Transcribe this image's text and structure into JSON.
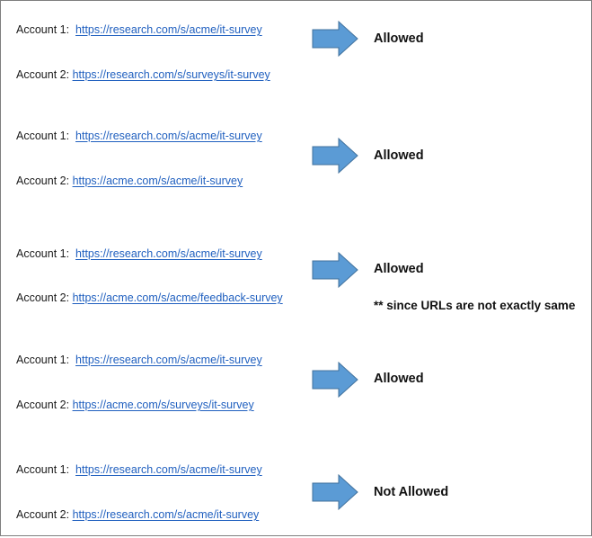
{
  "accent_color": "#5b9bd5",
  "link_color": "#1f5fbf",
  "cases": [
    {
      "account1_label": "Account 1:",
      "account1_url": "https://research.com/s/acme/it-survey",
      "account2_label": "Account 2:",
      "account2_url": "https://research.com/s/surveys/it-survey",
      "result": "Allowed",
      "note": ""
    },
    {
      "account1_label": "Account 1:",
      "account1_url": "https://research.com/s/acme/it-survey",
      "account2_label": "Account 2:",
      "account2_url": "https://acme.com/s/acme/it-survey",
      "result": "Allowed",
      "note": ""
    },
    {
      "account1_label": "Account 1:",
      "account1_url": "https://research.com/s/acme/it-survey",
      "account2_label": "Account 2:",
      "account2_url": "https://acme.com/s/acme/feedback-survey",
      "result": "Allowed",
      "note": "** since URLs are not exactly same"
    },
    {
      "account1_label": "Account 1:",
      "account1_url": "https://research.com/s/acme/it-survey",
      "account2_label": "Account 2:",
      "account2_url": "https://acme.com/s/surveys/it-survey",
      "result": "Allowed",
      "note": ""
    },
    {
      "account1_label": "Account 1:",
      "account1_url": "https://research.com/s/acme/it-survey",
      "account2_label": "Account 2:",
      "account2_url": "https://research.com/s/acme/it-survey",
      "result": "Not Allowed",
      "note": ""
    }
  ]
}
